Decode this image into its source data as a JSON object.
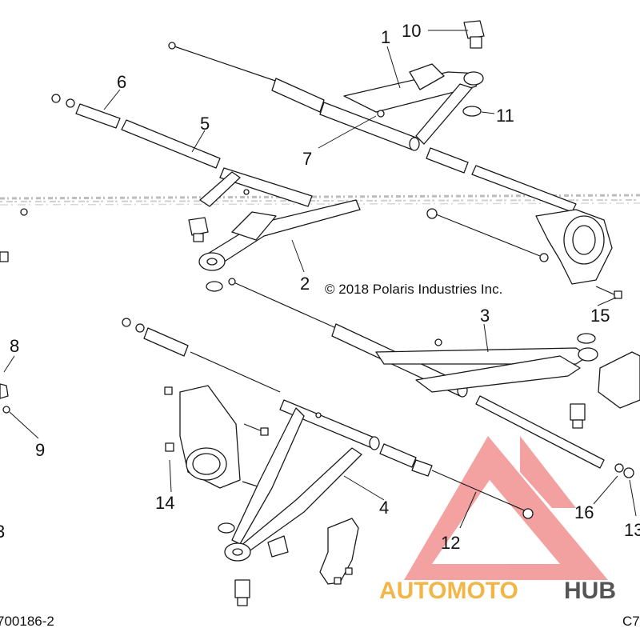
{
  "callouts": {
    "c1": "1",
    "c2": "2",
    "c3": "3",
    "c4": "4",
    "c5": "5",
    "c6": "6",
    "c7": "7",
    "c8": "8",
    "c9": "9",
    "c10": "10",
    "c11": "11",
    "c12": "12",
    "c13": "13",
    "c14": "14",
    "c15": "15",
    "c16": "16",
    "c3b": "3"
  },
  "copyright": "© 2018 Polaris Industries Inc.",
  "figure_code_left": "700186-2",
  "figure_code_right": "C7",
  "watermark": {
    "part1": "AUTOMOTO",
    "part2": "HUB",
    "color_primary": "#f19090",
    "color_accent": "#f2b648",
    "color_dark": "#555555"
  }
}
